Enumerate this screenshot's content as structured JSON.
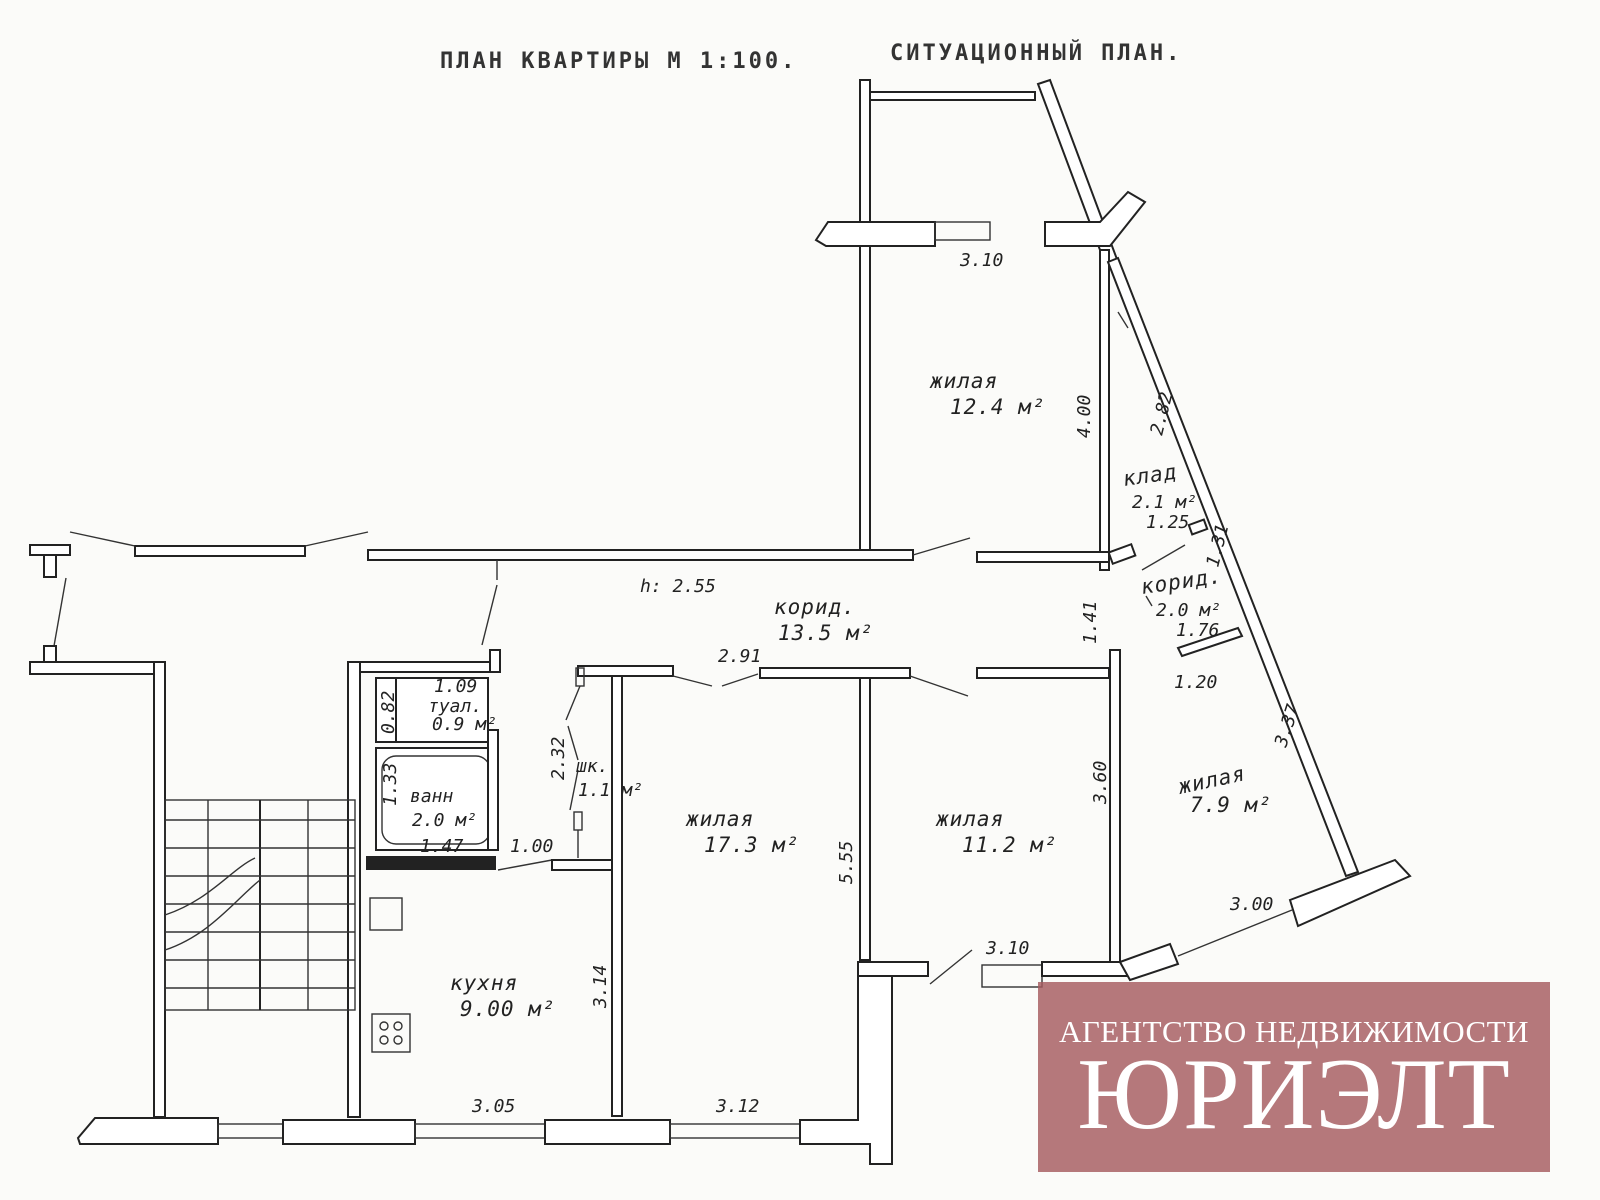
{
  "title": {
    "plan": "ПЛАН КВАРТИРЫ М 1:100.",
    "situation": "СИТУАЦИОННЫЙ ПЛАН."
  },
  "rooms": [
    {
      "id": "living-12-4",
      "name": "жилая",
      "area": "12.4 м²"
    },
    {
      "id": "storage",
      "name": "клад",
      "area": "2.1 м²"
    },
    {
      "id": "corridor-small",
      "name": "корид.",
      "area": "2.0 м²"
    },
    {
      "id": "corridor-main",
      "name": "корид.",
      "area": "13.5 м²"
    },
    {
      "id": "toilet",
      "name": "туал.",
      "area": "0.9 м²"
    },
    {
      "id": "closet",
      "name": "шк.",
      "area": "1.1 м²"
    },
    {
      "id": "bath",
      "name": "ванн",
      "area": "2.0 м²"
    },
    {
      "id": "living-17-3",
      "name": "жилая",
      "area": "17.3 м²"
    },
    {
      "id": "living-11-2",
      "name": "жилая",
      "area": "11.2 м²"
    },
    {
      "id": "living-7-9",
      "name": "жилая",
      "area": "7.9 м²"
    },
    {
      "id": "kitchen",
      "name": "кухня",
      "area": "9.00 м²"
    }
  ],
  "dimensions": {
    "top_room_width": "3.10",
    "top_room_length": "4.00",
    "storage_diag": "2.82",
    "storage_width": "1.25",
    "corridor_small_diag": "1.31",
    "corridor_small_width": "1.76",
    "corridor_small_len": "1.20",
    "ceiling_height": "h: 2.55",
    "corridor_width": "2.91",
    "corridor_right": "1.41",
    "toilet_w": "1.09",
    "toilet_d": "0.82",
    "bath_d": "1.33",
    "bath_w": "1.47",
    "closet_d": "2.32",
    "closet_w": "1.00",
    "room_17_depth": "5.55",
    "room_11_depth": "3.60",
    "room_7_diag": "3.37",
    "room_7_width": "3.00",
    "room_11_width": "3.10",
    "kitchen_depth": "3.14",
    "kitchen_width": "3.05",
    "room_17_width": "3.12"
  },
  "watermark": {
    "line1": "АГЕНТСТВО НЕДВИЖИМОСТИ",
    "line2": "ЮРИЭЛТ"
  }
}
